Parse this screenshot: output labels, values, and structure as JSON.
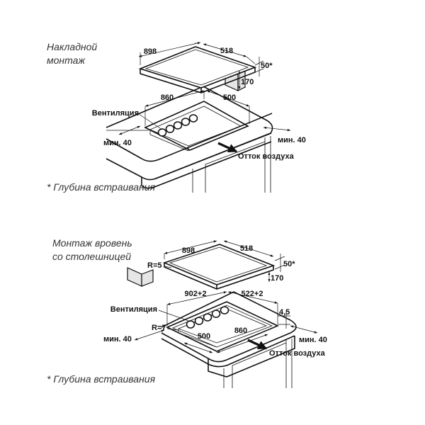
{
  "top": {
    "caption_line1": "Накладной",
    "caption_line2": "монтаж",
    "dim_hob_width": "898",
    "dim_hob_depth": "518",
    "dim_hob_thickness": "50*",
    "dim_box_height": "170",
    "dim_cut_width": "860",
    "dim_cut_depth": "500",
    "label_ventilation": "Вентиляция",
    "label_min_left": "мин. 40",
    "label_min_right": "мин. 40",
    "label_air_outlet": "Отток воздуха",
    "footnote": "* Глубина встраивания"
  },
  "bottom": {
    "caption_line1": "Монтаж вровень",
    "caption_line2": "со столешницей",
    "dim_hob_width": "898",
    "dim_hob_depth": "518",
    "dim_hob_thickness": "50*",
    "dim_box_height": "170",
    "dim_radius_hob": "R=5",
    "dim_recess_width": "902+2",
    "dim_recess_depth": "522+2",
    "dim_recess_step": "4,5",
    "dim_radius_cut": "R=7",
    "dim_cut_depth": "500",
    "dim_cut_width": "860",
    "label_ventilation": "Вентиляция",
    "label_min_left": "мин. 40",
    "label_min_right": "мин. 40",
    "label_air_outlet": "Отток воздуха",
    "footnote": "* Глубина встраивания"
  }
}
